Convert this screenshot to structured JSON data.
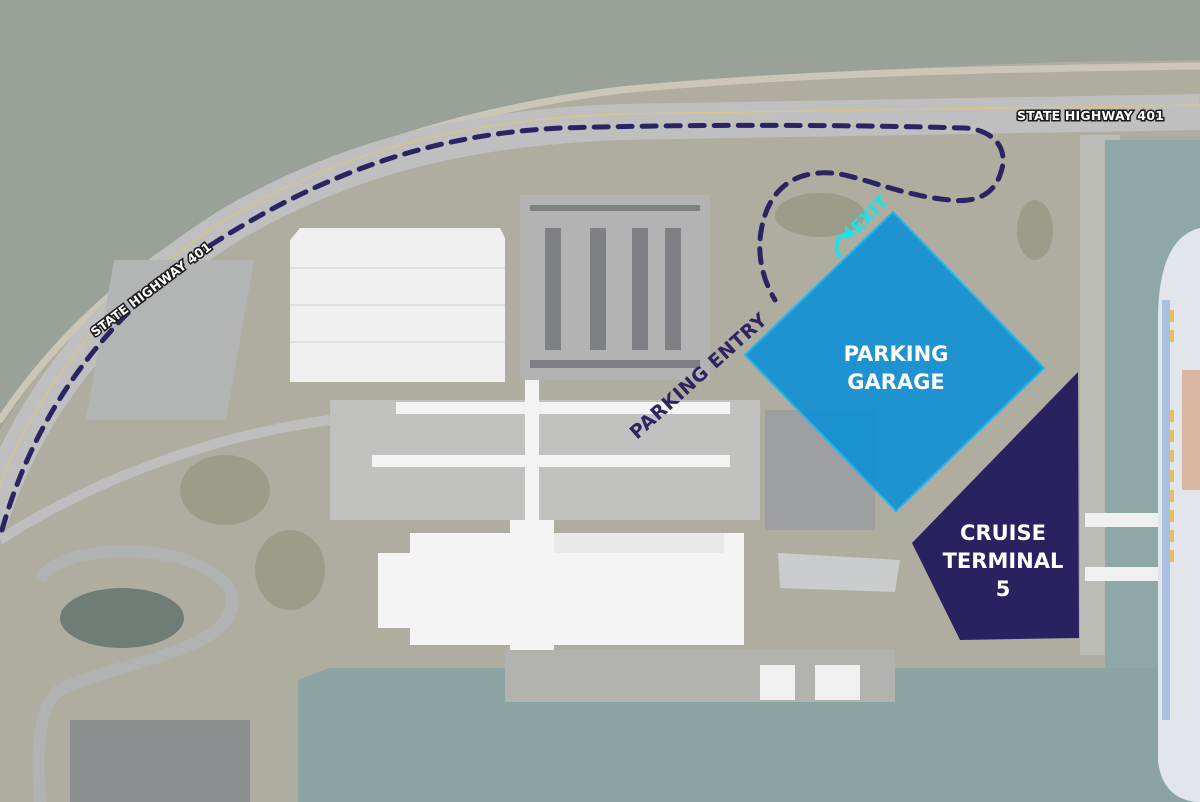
{
  "map": {
    "type": "annotated aerial site map",
    "labels": {
      "highway_top": "STATE HIGHWAY 401",
      "highway_curve": "STATE HIGHWAY 401",
      "parking_entry": "PARKING ENTRY",
      "exit": "EXIT",
      "garage_line1": "PARKING",
      "garage_line2": "GARAGE",
      "terminal_line1": "CRUISE",
      "terminal_line2": "TERMINAL",
      "terminal_line3": "5"
    },
    "icons": {
      "exit_arrow": "curved-arrow-icon",
      "route": "dashed-route-line"
    },
    "colors": {
      "route": "#2a2462",
      "garage_fill": "#0a8fd6",
      "garage_edge": "#1fb6f0",
      "terminal_fill": "#2a2160",
      "exit": "#19e3ef",
      "entry_text": "#2e2560",
      "water_bay": "#8e958b",
      "water_harbor": "#7c9a9a",
      "land_grass": "#9c9a88",
      "pavement": "#b7b9b8",
      "roof_white": "#efefef"
    }
  }
}
